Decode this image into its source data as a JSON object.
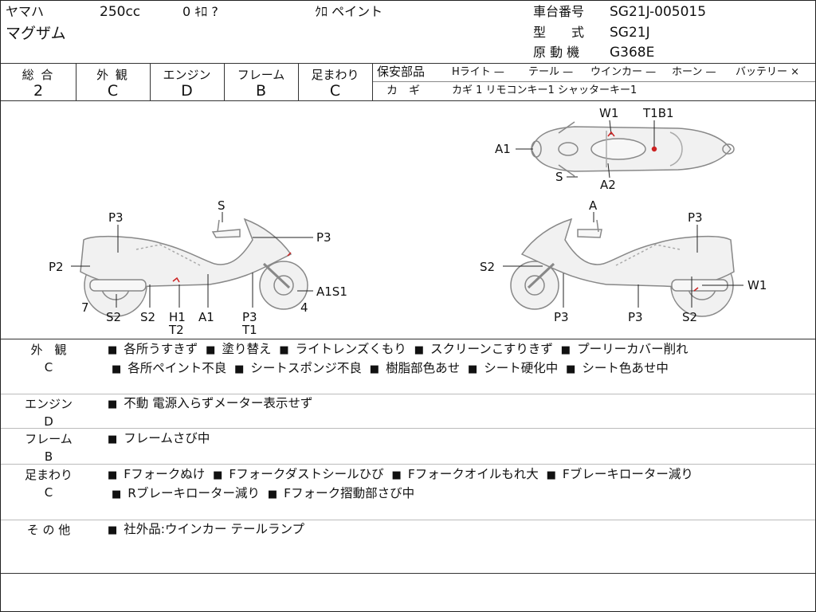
{
  "header": {
    "maker": "ヤマハ",
    "displacement": "250cc",
    "mileage": "0 ｷﾛ ?",
    "color": "ｸﾛ ペイント",
    "model_name": "マグザム",
    "frame_no_label": "車台番号",
    "frame_no": "SG21J-005015",
    "model_label": "型　　式",
    "model_code": "SG21J",
    "engine_label": "原 動 機",
    "engine_code": "G368E"
  },
  "grades": [
    {
      "label": "総 合",
      "value": "2"
    },
    {
      "label": "外 観",
      "value": "C"
    },
    {
      "label": "エンジン",
      "value": "D"
    },
    {
      "label": "フレーム",
      "value": "B"
    },
    {
      "label": "足まわり",
      "value": "C"
    }
  ],
  "safety": {
    "label": "保安部品",
    "items": [
      "Hライト —",
      "テール —",
      "ウインカー —",
      "ホーン —",
      "バッテリー ×"
    ]
  },
  "keys": {
    "label": "カ　ギ",
    "value": "カギ 1 リモコンキー1 シャッターキー1"
  },
  "diagram": {
    "top_view": [
      "W1",
      "T1B1",
      "A1",
      "S",
      "A2"
    ],
    "left_view": [
      "S",
      "P3",
      "P3",
      "P2",
      "A1S1",
      "7",
      "4",
      "S2",
      "S2",
      "H1",
      "T2",
      "A1",
      "P3",
      "T1"
    ],
    "right_view": [
      "A",
      "P3",
      "S2",
      "W1",
      "P3",
      "P3",
      "S2"
    ]
  },
  "sections": [
    {
      "label": "外　観",
      "grade": "C",
      "items": [
        "各所うすきず",
        "塗り替え",
        "ライトレンズくもり",
        "スクリーンこすりきず",
        "プーリーカバー削れ",
        "各所ペイント不良",
        "シートスポンジ不良",
        "樹脂部色あせ",
        "シート硬化中",
        "シート色あせ中"
      ]
    },
    {
      "label": "エンジン",
      "grade": "D",
      "items": [
        "不動 電源入らずメーター表示せず"
      ]
    },
    {
      "label": "フレーム",
      "grade": "B",
      "items": [
        "フレームさび中"
      ]
    },
    {
      "label": "足まわり",
      "grade": "C",
      "items": [
        "Fフォークぬけ",
        "Fフォークダストシールひび",
        "Fフォークオイルもれ大",
        "Fブレーキローター減り",
        "Rブレーキローター減り",
        "Fフォーク摺動部さび中"
      ]
    },
    {
      "label": "そ の 他",
      "grade": "",
      "items": [
        "社外品:ウインカー テールランプ"
      ]
    }
  ],
  "colors": {
    "line": "#333333",
    "sketch": "#888888",
    "fill": "#f1f1f1",
    "damage": "#cc2222"
  }
}
